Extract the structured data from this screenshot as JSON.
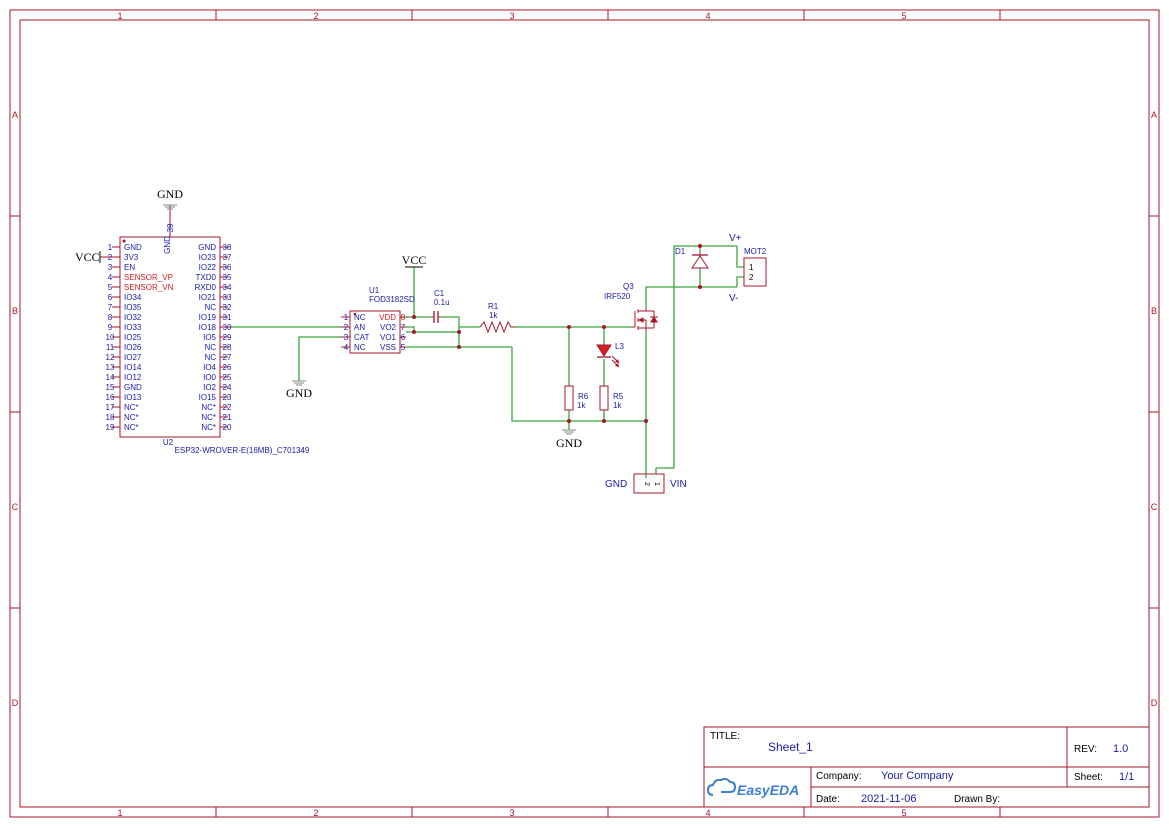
{
  "frame": {
    "col_labels": [
      "1",
      "2",
      "3",
      "4",
      "5"
    ],
    "row_labels": [
      "A",
      "B",
      "C",
      "D"
    ]
  },
  "title_block": {
    "title_label": "TITLE:",
    "title_value": "Sheet_1",
    "rev_label": "REV:",
    "rev_value": "1.0",
    "company_label": "Company:",
    "company_value": "Your Company",
    "sheet_label": "Sheet:",
    "sheet_value": "1/1",
    "date_label": "Date:",
    "date_value": "2021-11-06",
    "drawn_label": "Drawn By:",
    "drawn_value": "",
    "logo_text": "EasyEDA"
  },
  "u2": {
    "ref": "U2",
    "part": "ESP32-WROVER-E(16MB)_C701349",
    "gnd_flag": "GND",
    "top_pin_num": "39",
    "top_pin_name": "GND",
    "vcc_flag": "VCC",
    "left_pins": [
      {
        "num": "1",
        "name": "GND"
      },
      {
        "num": "2",
        "name": "3V3"
      },
      {
        "num": "3",
        "name": "EN"
      },
      {
        "num": "4",
        "name": "SENSOR_VP"
      },
      {
        "num": "5",
        "name": "SENSOR_VN"
      },
      {
        "num": "6",
        "name": "IO34"
      },
      {
        "num": "7",
        "name": "IO35"
      },
      {
        "num": "8",
        "name": "IO32"
      },
      {
        "num": "9",
        "name": "IO33"
      },
      {
        "num": "10",
        "name": "IO25"
      },
      {
        "num": "11",
        "name": "IO26"
      },
      {
        "num": "12",
        "name": "IO27"
      },
      {
        "num": "13",
        "name": "IO14"
      },
      {
        "num": "14",
        "name": "IO12"
      },
      {
        "num": "15",
        "name": "GND"
      },
      {
        "num": "16",
        "name": "IO13"
      },
      {
        "num": "17",
        "name": "NC*"
      },
      {
        "num": "18",
        "name": "NC*"
      },
      {
        "num": "19",
        "name": "NC*"
      }
    ],
    "right_pins": [
      {
        "num": "38",
        "name": "GND"
      },
      {
        "num": "37",
        "name": "IO23"
      },
      {
        "num": "36",
        "name": "IO22"
      },
      {
        "num": "35",
        "name": "TXD0"
      },
      {
        "num": "34",
        "name": "RXD0"
      },
      {
        "num": "33",
        "name": "IO21"
      },
      {
        "num": "32",
        "name": "NC"
      },
      {
        "num": "31",
        "name": "IO19"
      },
      {
        "num": "30",
        "name": "IO18"
      },
      {
        "num": "29",
        "name": "IO5"
      },
      {
        "num": "28",
        "name": "NC"
      },
      {
        "num": "27",
        "name": "NC"
      },
      {
        "num": "26",
        "name": "IO4"
      },
      {
        "num": "25",
        "name": "IO0"
      },
      {
        "num": "24",
        "name": "IO2"
      },
      {
        "num": "23",
        "name": "IO15"
      },
      {
        "num": "22",
        "name": "NC*"
      },
      {
        "num": "21",
        "name": "NC*"
      },
      {
        "num": "20",
        "name": "NC*"
      }
    ]
  },
  "u1": {
    "ref": "U1",
    "part": "FOD3182SD",
    "vcc_flag": "VCC",
    "gnd_flag": "GND",
    "left_pins": [
      {
        "num": "1",
        "name": "NC"
      },
      {
        "num": "2",
        "name": "AN"
      },
      {
        "num": "3",
        "name": "CAT"
      },
      {
        "num": "4",
        "name": "NC"
      }
    ],
    "right_pins": [
      {
        "num": "8",
        "name": "VDD"
      },
      {
        "num": "7",
        "name": "VO2"
      },
      {
        "num": "6",
        "name": "VO1"
      },
      {
        "num": "5",
        "name": "VSS"
      }
    ]
  },
  "c1": {
    "ref": "C1",
    "value": "0.1u"
  },
  "r1": {
    "ref": "R1",
    "value": "1k"
  },
  "r6": {
    "ref": "R6",
    "value": "1k"
  },
  "r5": {
    "ref": "R5",
    "value": "1k"
  },
  "l3": {
    "ref": "L3"
  },
  "q3": {
    "ref": "Q3",
    "part": "IRF520"
  },
  "d1": {
    "ref": "D1"
  },
  "mot2": {
    "ref": "MOT2",
    "pin1": "1",
    "pin2": "2",
    "vplus": "V+",
    "vminus": "V-"
  },
  "gnd_mid": {
    "flag": "GND"
  },
  "power_conn": {
    "gnd": "GND",
    "vin": "VIN",
    "pin1": "1",
    "pin2": "2"
  },
  "colors": {
    "frame": "#a5162a",
    "wire": "#3aa53a",
    "component": "#a5162a",
    "text_blue": "#1a1aa6",
    "text_red": "#d21f1f",
    "led_fill": "#d21f1f"
  }
}
